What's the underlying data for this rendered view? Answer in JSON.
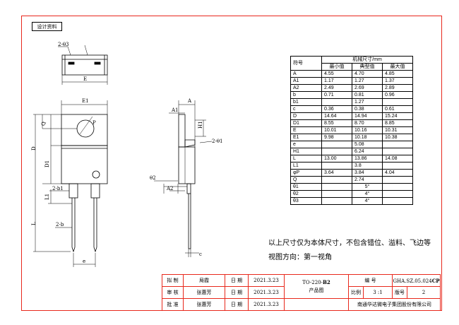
{
  "doc_tag": "设计资料",
  "spec_table": {
    "symbol_header": "符号",
    "group_header": "机械尺寸/mm",
    "col_min": "最小值",
    "col_typ": "典型值",
    "col_max": "最大值",
    "rows": [
      [
        "A",
        "4.55",
        "4.70",
        "4.85"
      ],
      [
        "A1",
        "1.17",
        "1.27",
        "1.37"
      ],
      [
        "A2",
        "2.49",
        "2.69",
        "2.89"
      ],
      [
        "b",
        "0.71",
        "0.81",
        "0.96"
      ],
      [
        "b1",
        "",
        "1.27",
        ""
      ],
      [
        "c",
        "0.36",
        "0.38",
        "0.61"
      ],
      [
        "D",
        "14.64",
        "14.94",
        "15.24"
      ],
      [
        "D1",
        "8.55",
        "8.70",
        "8.85"
      ],
      [
        "E",
        "10.01",
        "10.16",
        "10.31"
      ],
      [
        "E1",
        "9.98",
        "10.18",
        "10.38"
      ],
      [
        "e",
        "",
        "5.08",
        ""
      ],
      [
        "H1",
        "",
        "6.24",
        ""
      ],
      [
        "L",
        "13.00",
        "13.86",
        "14.08"
      ],
      [
        "L1",
        "",
        "3.8",
        ""
      ],
      [
        "φP",
        "3.64",
        "3.84",
        "4.04"
      ],
      [
        "Q",
        "",
        "2.74",
        ""
      ],
      [
        "θ1",
        "",
        "5°",
        ""
      ],
      [
        "θ2",
        "",
        "4°",
        ""
      ],
      [
        "θ3",
        "",
        "4°",
        ""
      ]
    ]
  },
  "notes": {
    "line1": "以上尺寸仅为本体尺寸，不包含错位、溢料、飞边等",
    "line2": "视图方向：第一视角"
  },
  "dims": {
    "top_theta": "2-θ3",
    "E": "E",
    "E1": "E1",
    "P": "P",
    "Q": "Q",
    "D": "D",
    "D1": "D1",
    "L": "L",
    "L1": "L1",
    "b1": "2-b1",
    "b": "2-b",
    "e": "e",
    "A": "A",
    "A1": "A1",
    "H1": "H1",
    "theta1": "2-θ1",
    "theta2": "θ2",
    "A2": "A2",
    "c": "c"
  },
  "title_block": {
    "draft_label": "拟 制",
    "draft_name": "局霞",
    "check_label": "审 核",
    "check_name": "张惠芳",
    "approve_label": "批 准",
    "approve_name": "张惠芳",
    "date_label": "日 期",
    "date1": "2021.3.23",
    "date2": "2021.3.23",
    "date3": "2021.3.23",
    "package_prefix": "TO-220-",
    "package_bold": "B2",
    "drawing_type": "产品图",
    "number_label": "编 号",
    "number_value": "GHA.SZ.05.024",
    "number_suffix": "CP",
    "scale_label": "比例",
    "scale_value": "3 :1",
    "version_label": "版号",
    "version_value": "2",
    "company": "南通华达微电子集团股份有限公司"
  }
}
